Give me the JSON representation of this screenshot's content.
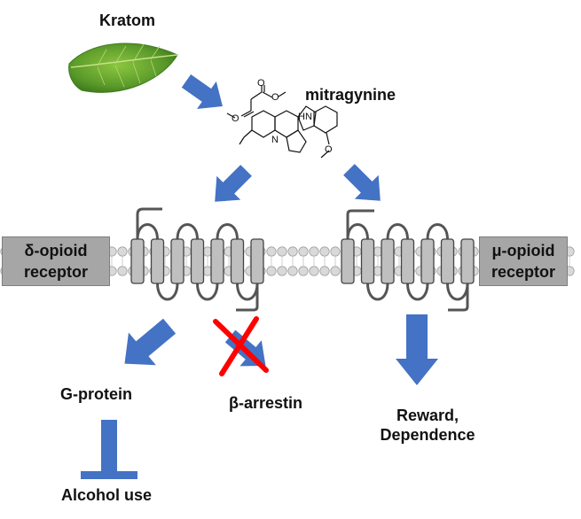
{
  "labels": {
    "kratom": "Kratom",
    "mitragynine": "mitragynine",
    "delta_line1": "δ-opioid",
    "delta_line2": "receptor",
    "mu_line1": "μ-opioid",
    "mu_line2": "receptor",
    "g_protein": "G-protein",
    "beta_arrestin": "β-arrestin",
    "reward_line1": "Reward,",
    "reward_line2": "Dependence",
    "alcohol_use": "Alcohol use"
  },
  "molecule_atoms": {
    "nh": "HN",
    "o1": "O",
    "o2": "O",
    "o3": "O",
    "n": "N",
    "o4": "O"
  },
  "colors": {
    "arrow": "#4472c4",
    "inhibitor": "#4472c4",
    "block_cross": "#ff0000",
    "receptor_box": "#a6a6a6",
    "helix": "#bfbfbf",
    "lipid_head": "#d9d9d9"
  }
}
